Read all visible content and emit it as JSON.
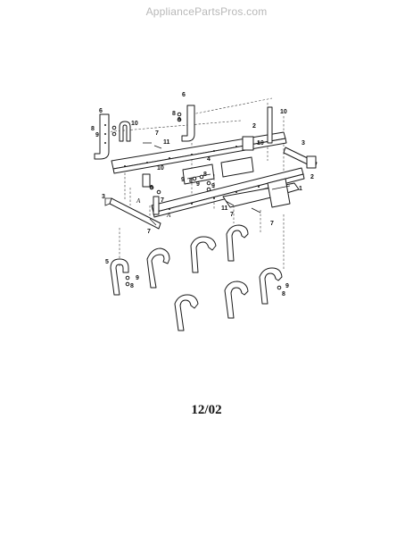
{
  "watermark": "AppliancePartsPros.com",
  "date_code": "12/02",
  "callouts": {
    "c1": "1",
    "c2a": "2",
    "c2b": "2",
    "c3a": "3",
    "c3b": "3",
    "c4": "4",
    "c5": "5",
    "c6a": "6",
    "c6b": "6",
    "c7a": "7",
    "c7b": "7",
    "c7c": "7",
    "c7d": "7",
    "c7e": "7",
    "c8a": "8",
    "c8b": "8",
    "c8c": "8",
    "c8d": "8",
    "c8e": "8",
    "c8f": "8",
    "c9a": "9",
    "c9b": "9",
    "c9c": "9",
    "c9d": "9",
    "c9e": "9",
    "c9f": "9",
    "c9g": "9",
    "c9h": "9",
    "c10a": "10",
    "c10b": "10",
    "c10c": "10",
    "c10d": "10",
    "c11a": "11",
    "c11b": "11",
    "cAa": "A",
    "cAb": "A"
  }
}
